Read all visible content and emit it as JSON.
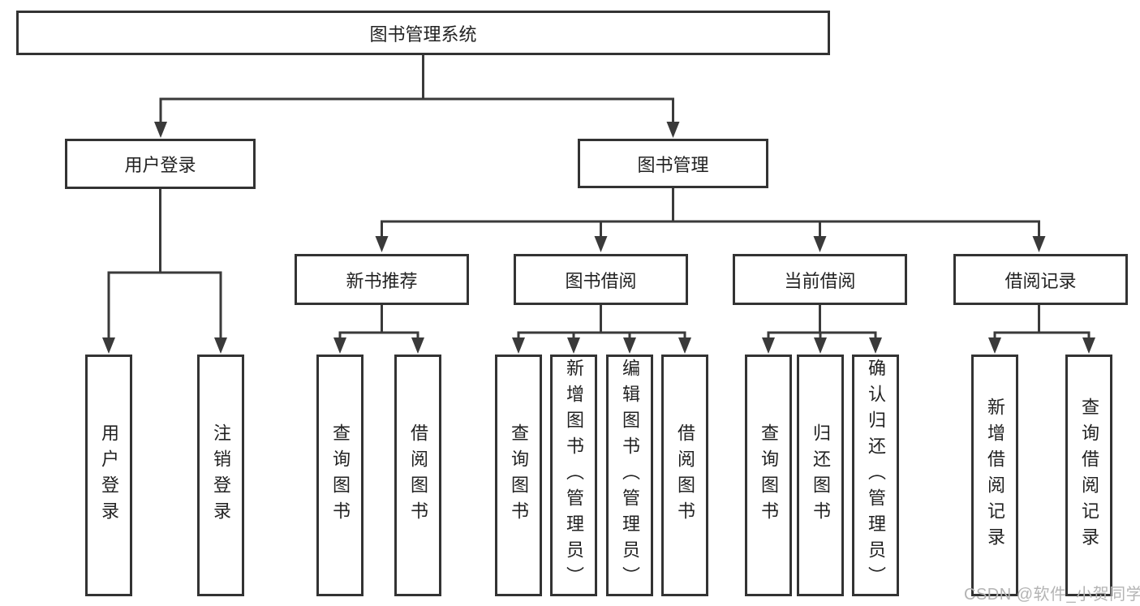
{
  "diagram": {
    "root": {
      "label": "图书管理系统"
    },
    "branches": [
      {
        "label": "用户登录",
        "children": [
          {
            "label": "用户登录"
          },
          {
            "label": "注销登录"
          }
        ]
      },
      {
        "label": "图书管理",
        "children": [
          {
            "label": "新书推荐",
            "children": [
              {
                "label": "查询图书"
              },
              {
                "label": "借阅图书"
              }
            ]
          },
          {
            "label": "图书借阅",
            "children": [
              {
                "label": "查询图书"
              },
              {
                "label": "新增图书（管理员）"
              },
              {
                "label": "编辑图书（管理员）"
              },
              {
                "label": "借阅图书"
              }
            ]
          },
          {
            "label": "当前借阅",
            "children": [
              {
                "label": "查询图书"
              },
              {
                "label": "归还图书"
              },
              {
                "label": "确认归还（管理员）"
              }
            ]
          },
          {
            "label": "借阅记录",
            "children": [
              {
                "label": "新增借阅记录"
              },
              {
                "label": "查询借阅记录"
              }
            ]
          }
        ]
      }
    ]
  },
  "watermark": {
    "text": "CSDN @软件_小贺同学"
  },
  "colors": {
    "line": "#3a3a3a",
    "border": "#333333",
    "text": "#222222",
    "watermark": "#b4b4b4",
    "background": "#ffffff"
  }
}
